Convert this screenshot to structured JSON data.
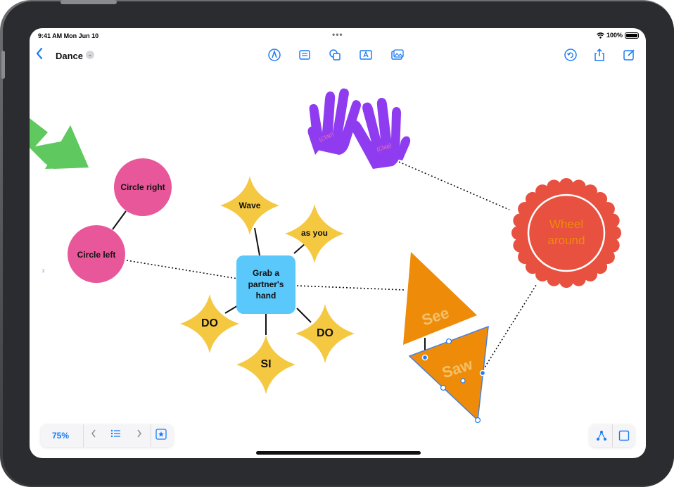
{
  "status": {
    "time_date": "9:41 AM  Mon Jun 10",
    "battery": "100%",
    "dots": "•••"
  },
  "toolbar": {
    "back_icon": "chevron-left-icon",
    "title": "Dance",
    "title_menu_icon": "chevron-down-icon",
    "tools": [
      "pen-icon",
      "note-icon",
      "shapes-icon",
      "text-box-icon",
      "media-icon"
    ],
    "right_tools": [
      "undo-icon",
      "share-icon",
      "edit-icon"
    ]
  },
  "canvas": {
    "nodes": {
      "circle_right": "Circle right",
      "circle_left": "Circle left",
      "wave": "Wave",
      "as_you": "as you",
      "grab": "Grab a partner's hand",
      "do_left": "DO",
      "si": "SI",
      "do_right": "DO",
      "wheel": "Wheel around",
      "see": "See",
      "saw": "Saw",
      "clap_left": "(Clap)",
      "clap_right": "(Clap)"
    },
    "colors": {
      "pink": "#e8579a",
      "yellow": "#f5c842",
      "blue": "#5ac8fa",
      "red": "#e8503f",
      "orange": "#ee8c0a",
      "purple": "#8f3cf0",
      "green": "#5fc85f",
      "selection": "#1a7cf5"
    }
  },
  "bottom": {
    "zoom": "75%",
    "prev_icon": "chevron-left-icon",
    "list_icon": "list-icon",
    "next_icon": "chevron-right-icon",
    "star_icon": "star-icon",
    "connector_icon": "connector-icon",
    "square_icon": "square-icon"
  }
}
